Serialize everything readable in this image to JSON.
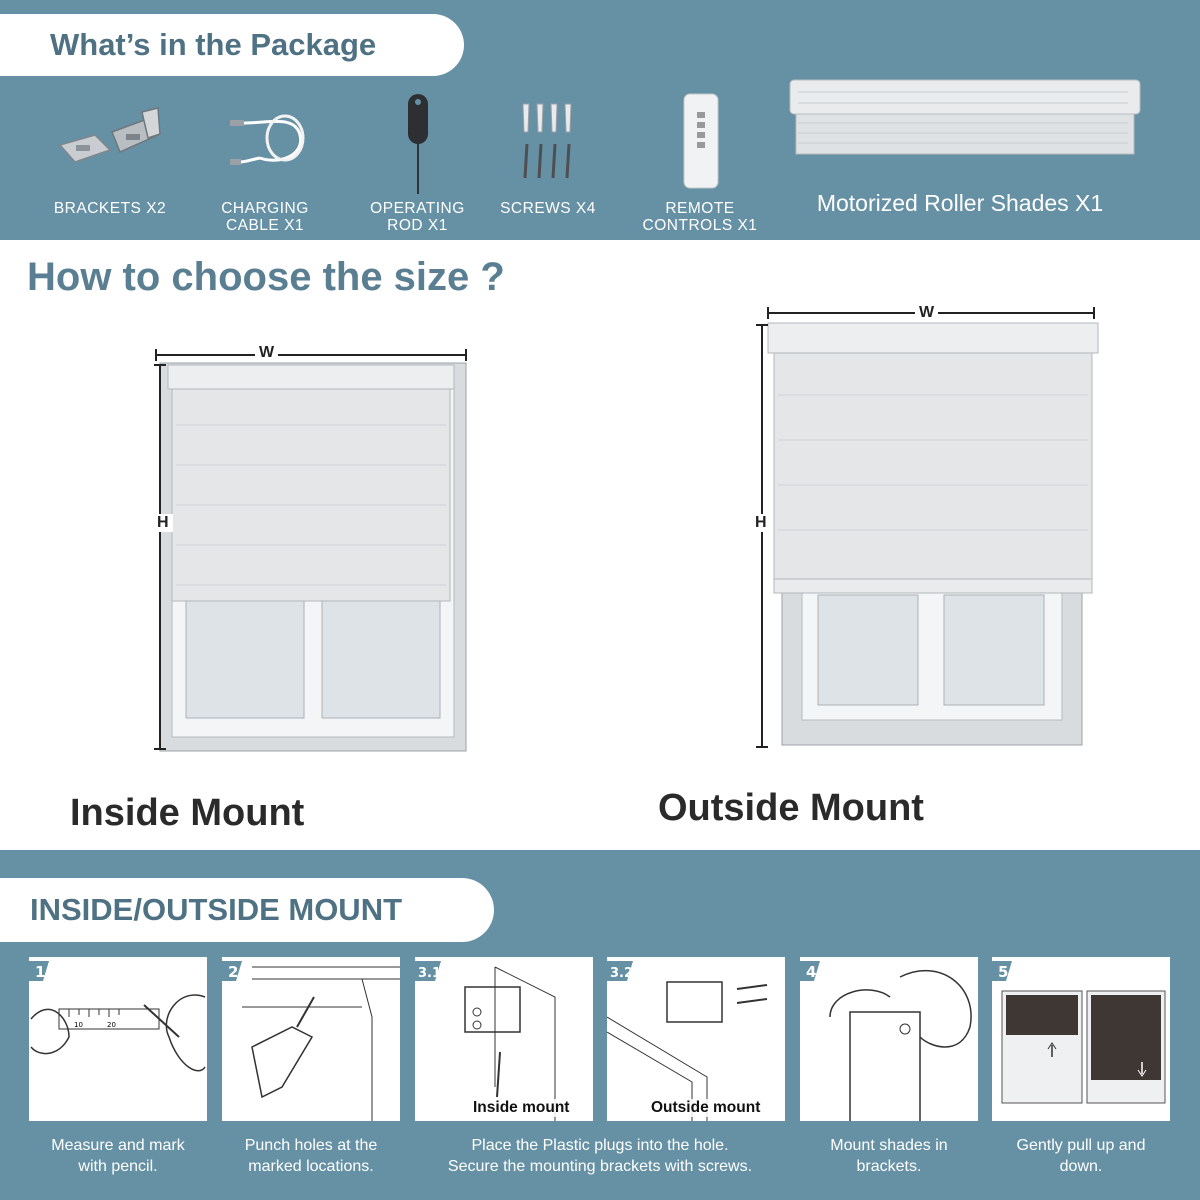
{
  "package": {
    "title": "What’s in the Package",
    "items": [
      {
        "label": "BRACKETS X2",
        "icon": "brackets-icon"
      },
      {
        "label": "CHARGING\nCABLE X1",
        "icon": "charging-cable-icon"
      },
      {
        "label": "OPERATING\nROD X1",
        "icon": "operating-rod-icon"
      },
      {
        "label": "SCREWS X4",
        "icon": "screws-icon"
      },
      {
        "label": "REMOTE\nCONTROLS X1",
        "icon": "remote-control-icon"
      }
    ],
    "shade_label": "Motorized Roller Shades X1"
  },
  "size_guide": {
    "title": "How to choose the size ?",
    "inside": {
      "name": "Inside Mount",
      "width_label": "W",
      "height_label": "H"
    },
    "outside": {
      "name": "Outside Mount",
      "width_label": "W",
      "height_label": "H"
    }
  },
  "mount": {
    "title": "INSIDE/OUTSIDE MOUNT",
    "steps": [
      {
        "badge": "1",
        "caption": "Measure and mark\nwith pencil."
      },
      {
        "badge": "2",
        "caption": "Punch holes at the\nmarked locations."
      },
      {
        "badge": "3.1",
        "tag": "Inside mount"
      },
      {
        "badge": "3.2",
        "tag": "Outside mount"
      },
      {
        "badge": "4",
        "caption": "Mount shades in\nbrackets."
      },
      {
        "badge": "5",
        "caption": "Gently pull up and\ndown."
      }
    ],
    "step3_caption": "Place the Plastic plugs into the hole.\nSecure the mounting brackets with screws.",
    "ruler_ticks": [
      "10",
      "20"
    ]
  },
  "colors": {
    "band": "#6691a5",
    "title_text": "#4e7284",
    "shade_fabric": "#e6e8ea",
    "dark_fabric": "#3e3734"
  }
}
